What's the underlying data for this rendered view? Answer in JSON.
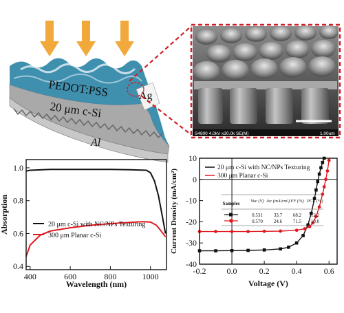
{
  "schematic": {
    "arrows": 3,
    "label_pedot": "PEDOT:PSS",
    "label_ag": "Ag",
    "label_si": "20 μm c-Si",
    "label_al": "Al",
    "colors": {
      "arrow": "#f2a93b",
      "wave": "#2f86a8",
      "silicon": "#a9a9a9",
      "frame": "#d21f26"
    }
  },
  "sem": {
    "footer": "S4800 4.0kV x30.0k SE(M)",
    "scale_label": "1.00um"
  },
  "chart_data": [
    {
      "type": "line",
      "xlabel": "Wavelength (nm)",
      "ylabel": "Absorption",
      "xlim": [
        380,
        1080
      ],
      "ylim": [
        0.38,
        1.05
      ],
      "xticks": [
        400,
        600,
        800,
        1000
      ],
      "yticks": [
        0.4,
        0.6,
        0.8,
        1.0
      ],
      "legend_position": "bottom-left",
      "series": [
        {
          "name": "20 μm c-Si with NC/NPs Texturing",
          "color": "#111111",
          "x": [
            380,
            400,
            500,
            600,
            700,
            800,
            900,
            980,
            1000,
            1020,
            1040,
            1060,
            1075
          ],
          "y": [
            0.98,
            0.985,
            0.99,
            0.99,
            0.99,
            0.99,
            0.988,
            0.985,
            0.97,
            0.92,
            0.83,
            0.7,
            0.6
          ]
        },
        {
          "name": "300 μm Planar c-Si",
          "color": "#e0191f",
          "x": [
            380,
            400,
            450,
            500,
            600,
            700,
            800,
            900,
            960,
            1000,
            1030,
            1050,
            1075
          ],
          "y": [
            0.46,
            0.53,
            0.59,
            0.615,
            0.635,
            0.65,
            0.66,
            0.668,
            0.672,
            0.67,
            0.65,
            0.62,
            0.58
          ]
        }
      ]
    },
    {
      "type": "line",
      "xlabel": "Voltage (V)",
      "ylabel": "Current Density (mA/cm²)",
      "xlim": [
        -0.2,
        0.65
      ],
      "ylim": [
        -40,
        10
      ],
      "xticks": [
        -0.2,
        0.0,
        0.2,
        0.4,
        0.6
      ],
      "yticks": [
        10,
        0,
        -10,
        -20,
        -30,
        -40
      ],
      "legend_position": "top-left",
      "series": [
        {
          "name": "20 μm c-Si with NC/NPs Texturing",
          "color": "#111111",
          "marker": "square",
          "x": [
            -0.2,
            -0.1,
            0.0,
            0.1,
            0.2,
            0.3,
            0.35,
            0.4,
            0.44,
            0.47,
            0.49,
            0.51,
            0.52,
            0.53,
            0.54,
            0.55,
            0.56,
            0.57
          ],
          "y": [
            -33.7,
            -33.7,
            -33.6,
            -33.5,
            -33.3,
            -32.8,
            -32.0,
            -30.0,
            -26.5,
            -21.5,
            -16.0,
            -9.0,
            -5.0,
            -1.0,
            2.5,
            5.5,
            8.0,
            10.0
          ]
        },
        {
          "name": "300 μm Planar c-Si",
          "color": "#e0191f",
          "marker": "circle",
          "x": [
            -0.2,
            -0.1,
            0.0,
            0.1,
            0.2,
            0.3,
            0.4,
            0.45,
            0.48,
            0.5,
            0.52,
            0.54,
            0.56,
            0.57,
            0.58,
            0.59,
            0.6
          ],
          "y": [
            -24.6,
            -24.6,
            -24.6,
            -24.6,
            -24.5,
            -24.4,
            -24.0,
            -23.3,
            -22.3,
            -20.5,
            -17.5,
            -13.0,
            -7.0,
            -3.5,
            0.0,
            4.0,
            9.0
          ]
        }
      ],
      "table": {
        "headers": [
          "Samples",
          "Voc (V)",
          "Jsc (mA/cm²)",
          "FF (%)",
          "PCE (%)"
        ],
        "rows": [
          [
            "",
            "0.531",
            "33.7",
            "68.2",
            "12.2"
          ],
          [
            "",
            "0.570",
            "24.6",
            "71.5",
            "10.0"
          ]
        ]
      }
    }
  ]
}
